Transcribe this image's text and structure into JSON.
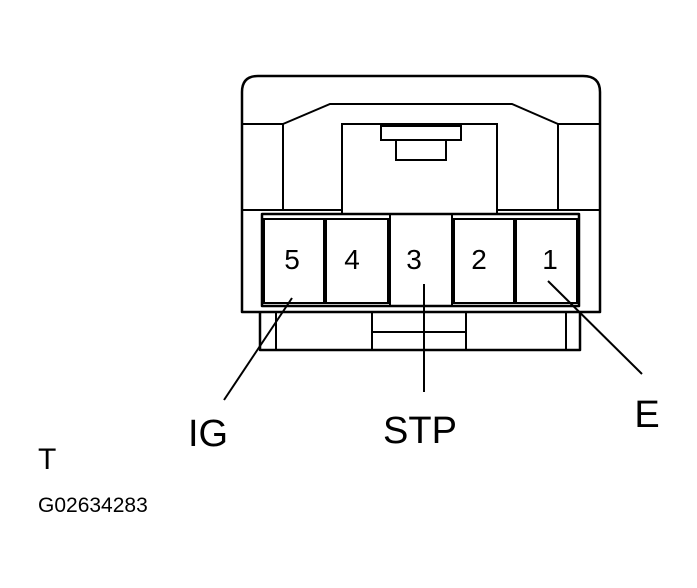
{
  "connector": {
    "pins": [
      "5",
      "4",
      "3",
      "2",
      "1"
    ]
  },
  "callouts": {
    "ig": "IG",
    "stp": "STP",
    "e": "E"
  },
  "view_letter": "T",
  "figure_id": "G02634283"
}
